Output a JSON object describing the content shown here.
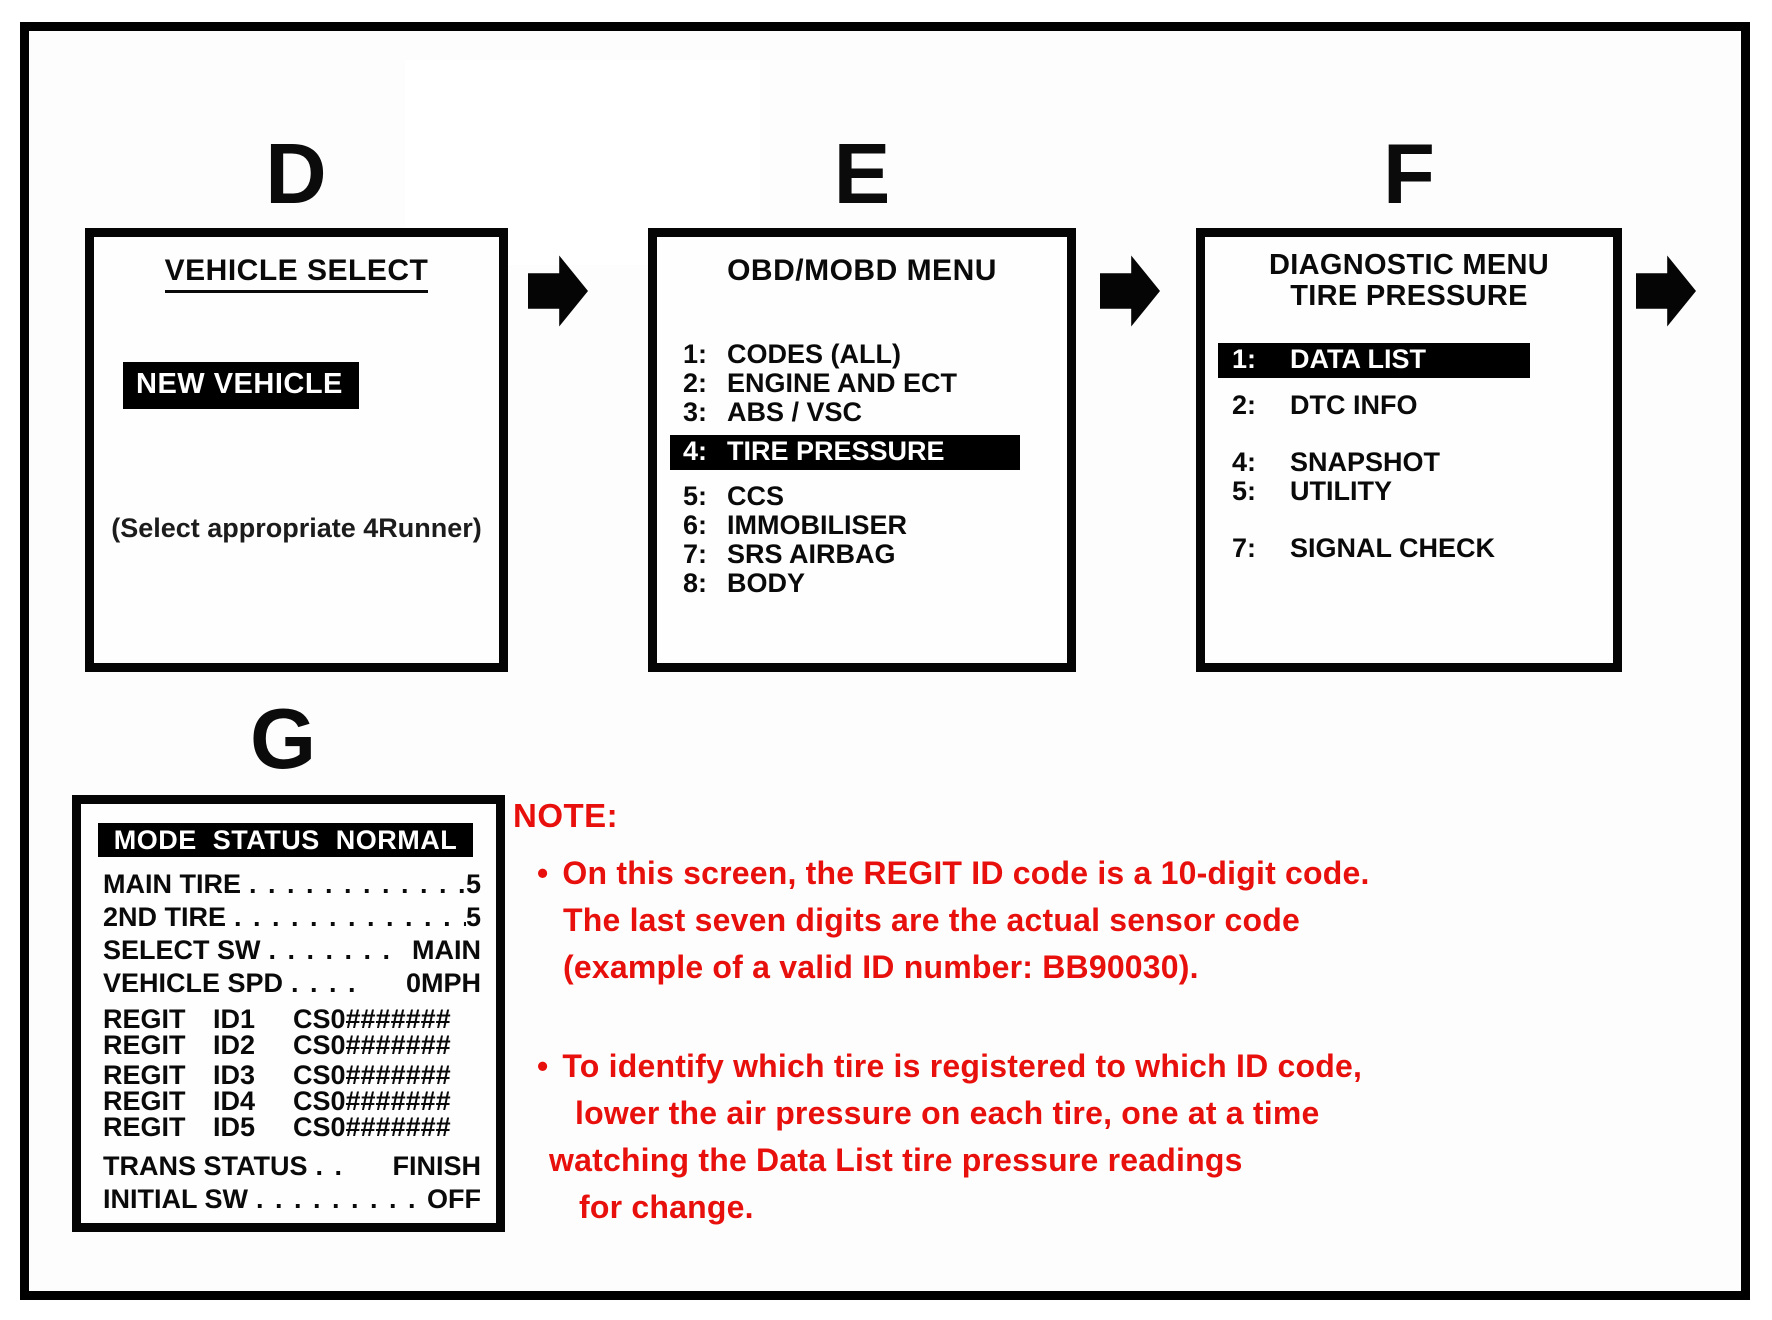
{
  "colors": {
    "note_red": "#e8100d",
    "highlight_bg": "#000000",
    "highlight_fg": "#ffffff",
    "ink": "#0a0a0a"
  },
  "steps": {
    "d": {
      "letter": "D",
      "title": "VEHICLE SELECT",
      "selected_item": "NEW VEHICLE",
      "caption": "(Select appropriate 4Runner)"
    },
    "e": {
      "letter": "E",
      "title": "OBD/MOBD MENU",
      "items": [
        {
          "num": "1:",
          "label": "CODES (ALL)",
          "highlighted": false
        },
        {
          "num": "2:",
          "label": "ENGINE AND ECT",
          "highlighted": false
        },
        {
          "num": "3:",
          "label": "ABS / VSC",
          "highlighted": false
        },
        {
          "num": "4:",
          "label": "TIRE PRESSURE",
          "highlighted": true
        },
        {
          "num": "5:",
          "label": "CCS",
          "highlighted": false
        },
        {
          "num": "6:",
          "label": "IMMOBILISER",
          "highlighted": false
        },
        {
          "num": "7:",
          "label": "SRS AIRBAG",
          "highlighted": false
        },
        {
          "num": "8:",
          "label": "BODY",
          "highlighted": false
        }
      ]
    },
    "f": {
      "letter": "F",
      "title_line1": "DIAGNOSTIC MENU",
      "title_line2": "TIRE PRESSURE",
      "items": [
        {
          "num": "1:",
          "label": "DATA LIST",
          "highlighted": true,
          "gap_before": false
        },
        {
          "num": "2:",
          "label": "DTC INFO",
          "highlighted": false,
          "gap_before": false
        },
        {
          "num": "4:",
          "label": "SNAPSHOT",
          "highlighted": false,
          "gap_before": true
        },
        {
          "num": "5:",
          "label": "UTILITY",
          "highlighted": false,
          "gap_before": false
        },
        {
          "num": "7:",
          "label": "SIGNAL CHECK",
          "highlighted": false,
          "gap_before": true
        }
      ]
    },
    "g": {
      "letter": "G",
      "header": "MODE STATUS NORMAL",
      "rows": [
        {
          "label": "MAIN TIRE",
          "dots": ". . . . . . . . . . . .",
          "value": "5"
        },
        {
          "label": "2ND TIRE",
          "dots": ". . . . . . . . . . . . .",
          "value": "5"
        },
        {
          "label": "SELECT SW",
          "dots": ". . . . . . .",
          "value": "MAIN"
        },
        {
          "label": "VEHICLE SPD",
          "dots": ". . . .",
          "value": "0MPH"
        },
        {
          "c1": "REGIT",
          "c2": "ID1",
          "c3": "CS0#######",
          "gap": "sm"
        },
        {
          "c1": "REGIT",
          "c2": "ID2",
          "c3": "CS0#######"
        },
        {
          "c1": "REGIT",
          "c2": "ID3",
          "c3": "CS0#######",
          "gap": "xs"
        },
        {
          "c1": "REGIT",
          "c2": "ID4",
          "c3": "CS0#######"
        },
        {
          "c1": "REGIT",
          "c2": "ID5",
          "c3": "CS0#######"
        },
        {
          "label": "TRANS STATUS",
          "dots": ". .",
          "value": "FINISH",
          "gap": "md"
        },
        {
          "label": "INITIAL SW",
          "dots": ". . . . . . . . .",
          "value": "OFF"
        }
      ]
    }
  },
  "note": {
    "heading": "NOTE:",
    "bullets": [
      {
        "lines": [
          "On this screen, the REGIT ID code is a 10-digit code.",
          "The last seven digits are the actual sensor code",
          "(example of a valid ID number: BB90030)."
        ]
      },
      {
        "lines": [
          "To identify which tire is registered to which ID code,",
          "lower the air pressure on each tire, one at a time",
          "watching the Data List tire pressure readings",
          "for change."
        ]
      }
    ]
  }
}
